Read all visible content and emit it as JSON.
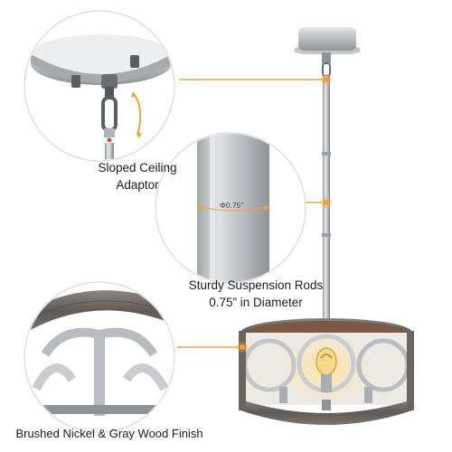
{
  "callouts": {
    "ceiling_adaptor_line1": "Sloped Ceiling",
    "ceiling_adaptor_line2": "Adaptor",
    "rods_line1": "Sturdy Suspension Rods",
    "rods_line2": "0.75” in Diameter",
    "finish": "Brushed Nickel & Gray Wood Finish"
  },
  "diameter_mark": "Φ0.75”",
  "colors": {
    "accent_orange": "#f0a23c",
    "nickel": "#b8bcc0",
    "wood_gray": "#6e6a66",
    "wood_brown": "#8a5a3e"
  }
}
